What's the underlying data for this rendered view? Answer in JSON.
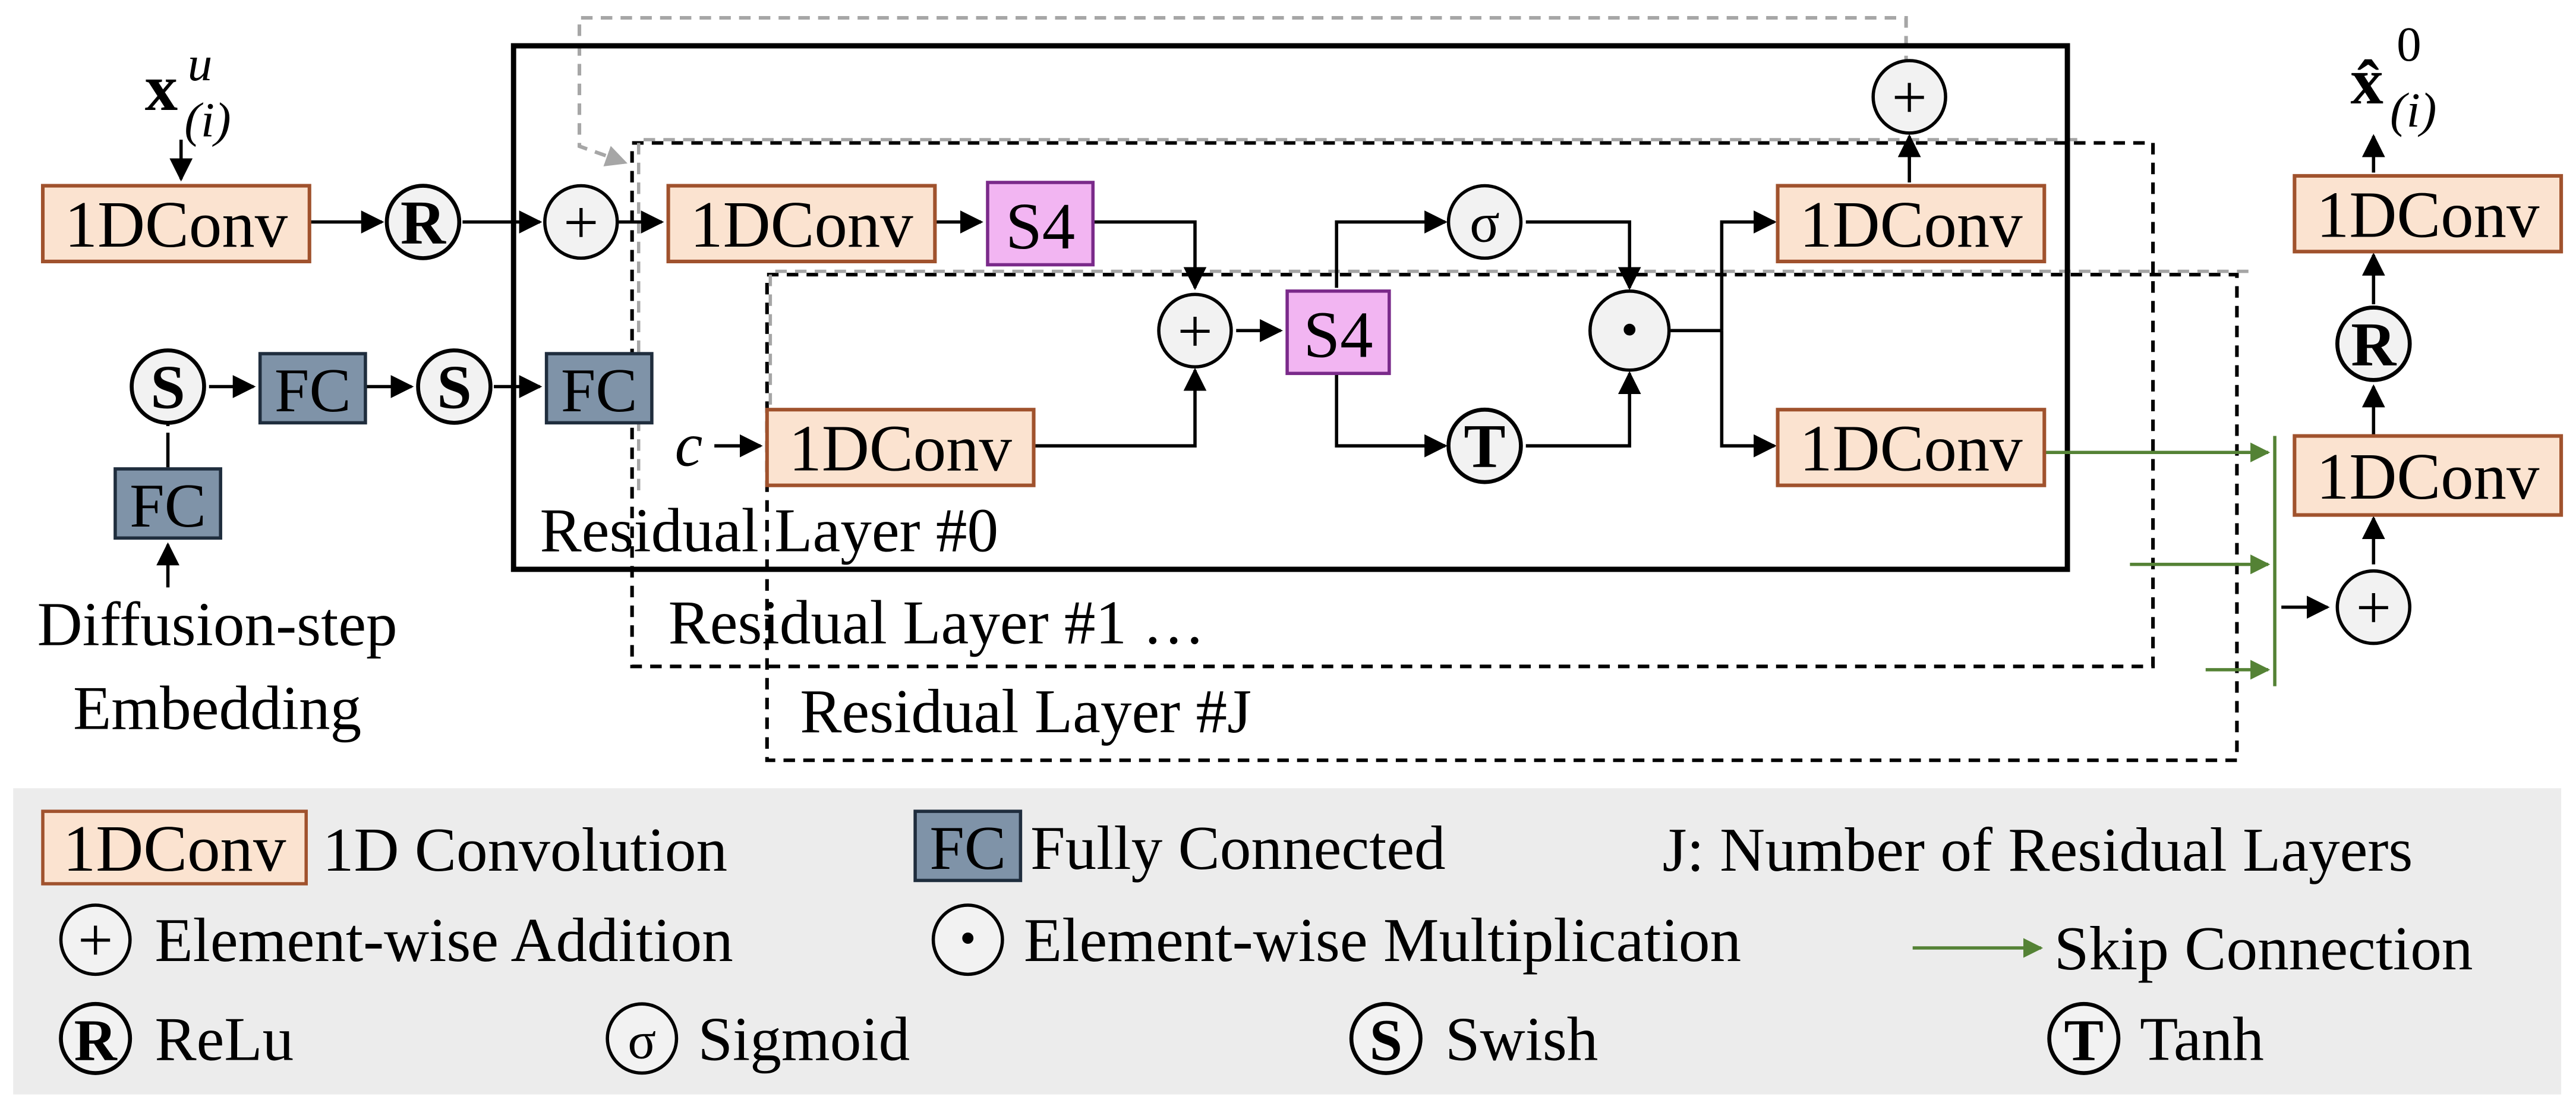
{
  "colors": {
    "conv_fill": "#fbe3d0",
    "conv_stroke": "#a0522d",
    "fc_fill": "#7f93a8",
    "fc_stroke": "#1f2d3d",
    "s4_fill": "#f2b5f2",
    "s4_stroke": "#7a2a8a",
    "skip": "#548235",
    "dashed_gray": "#a6a6a6",
    "legend_bg": "#ececec"
  },
  "inputs": {
    "x_main": "x",
    "x_sup": "u",
    "x_sub": "(i)",
    "condition": "c"
  },
  "blocks": {
    "conv": "1DConv",
    "fc": "FC",
    "s4": "S4"
  },
  "ops": {
    "plus": "+",
    "relu": "R",
    "swish": "S",
    "sigmoid": "σ",
    "tanh": "T",
    "dot": "·"
  },
  "labels": {
    "embedding_line1": "Diffusion-step",
    "embedding_line2": "Embedding",
    "residual0": "Residual Layer #0",
    "residual1": "Residual Layer #1 …",
    "residualJ": "Residual Layer #J"
  },
  "output": {
    "main": "x̂",
    "sup": "0",
    "sub": "(i)"
  },
  "legend": {
    "conv_symbol": "1DConv",
    "conv_desc": "1D Convolution",
    "fc_symbol": "FC",
    "fc_desc": "Fully Connected",
    "j_desc": "J: Number of Residual Layers",
    "add_desc": "Element-wise Addition",
    "mul_desc": "Element-wise Multiplication",
    "skip_desc": "Skip Connection",
    "relu_desc": "ReLu",
    "sigmoid_desc": "Sigmoid",
    "swish_desc": "Swish",
    "tanh_desc": "Tanh"
  }
}
